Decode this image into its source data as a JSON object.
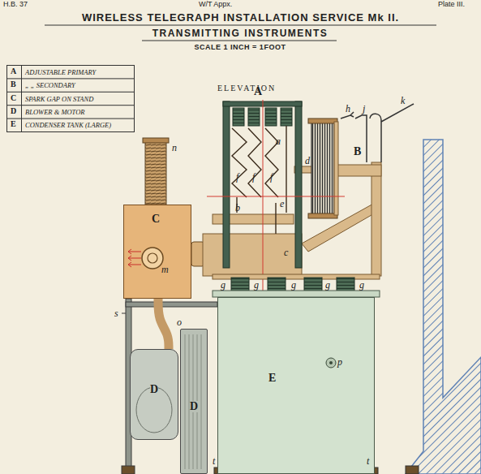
{
  "diagram": {
    "title": "WIRELESS TELEGRAPH INSTALLATION SERVICE Mk II.",
    "nodes": [
      {
        "text": [
          "A"
        ]
      },
      {
        "text": [
          "B"
        ]
      },
      {
        "text": [
          "C"
        ]
      },
      {
        "text": [
          "D"
        ]
      },
      {
        "text": [
          "D"
        ]
      },
      {
        "text": [
          "E"
        ]
      }
    ],
    "edges": [
      {
        "from": 3,
        "to": 2,
        "arrow": "none",
        "label": "o"
      }
    ],
    "labels": [
      "H.B. 37",
      "W/T Appx.",
      "Plate III.",
      "TRANSMITTING INSTRUMENTS",
      "SCALE 1 INCH = 1FOOT",
      "A",
      "ADJUSTABLE PRIMARY",
      "B",
      "„ „ SECONDARY",
      "C",
      "SPARK GAP ON STAND",
      "D",
      "BLOWER & MOTOR",
      "E",
      "CONDENSER TANK (LARGE)",
      "ELEVATION",
      "n",
      "m",
      "f",
      "f",
      "f",
      "a",
      "h",
      "j",
      "k",
      "d",
      "e",
      "b",
      "c",
      "g",
      "g",
      "g",
      "g",
      "g",
      "p",
      "s",
      "t",
      "t"
    ]
  }
}
